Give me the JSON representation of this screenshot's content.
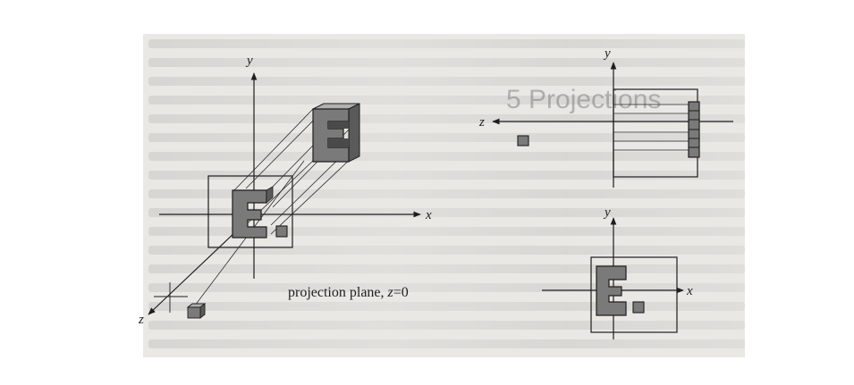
{
  "section_heading": "5 Projections",
  "oblique_view": {
    "axes": {
      "x": "x",
      "y": "y",
      "z": "z"
    },
    "caption_prefix": "projection plane, ",
    "caption_var": "z",
    "caption_suffix": "=0"
  },
  "side_view": {
    "axes": {
      "y": "y",
      "z": "z"
    }
  },
  "front_view": {
    "axes": {
      "x": "x",
      "y": "y"
    }
  },
  "colors": {
    "ink": "#1e1e1e",
    "shape_fill": "#7a7a7a",
    "shape_light": "#a9a9a9",
    "paper": "#e9e8e5"
  }
}
